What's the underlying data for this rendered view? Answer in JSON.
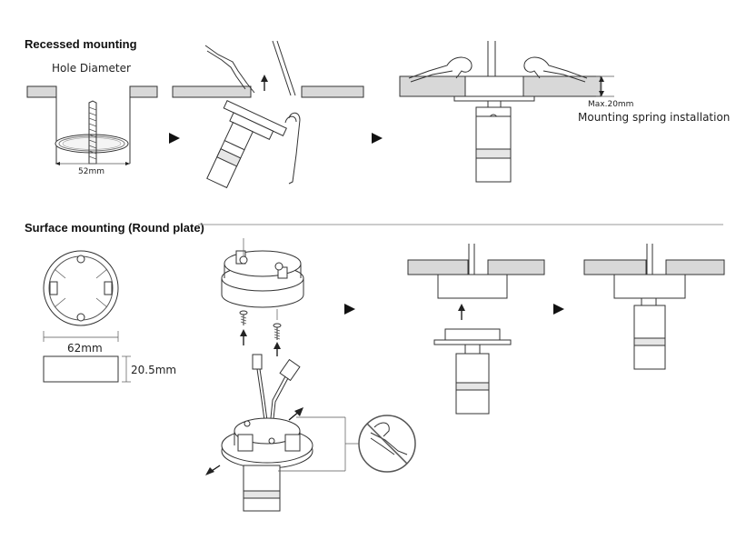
{
  "sections": {
    "recessed": {
      "title": "Recessed mounting",
      "hole_label": "Hole Diameter",
      "hole_dim": "52mm",
      "max_label": "Max.20mm",
      "spring_label": "Mounting spring installation"
    },
    "surface": {
      "title": "Surface mounting (Round plate)",
      "width_dim": "62mm",
      "height_dim": "20.5mm"
    }
  },
  "colors": {
    "ceiling": "#d8d8d8",
    "line": "#333333",
    "arrow": "#111111"
  }
}
